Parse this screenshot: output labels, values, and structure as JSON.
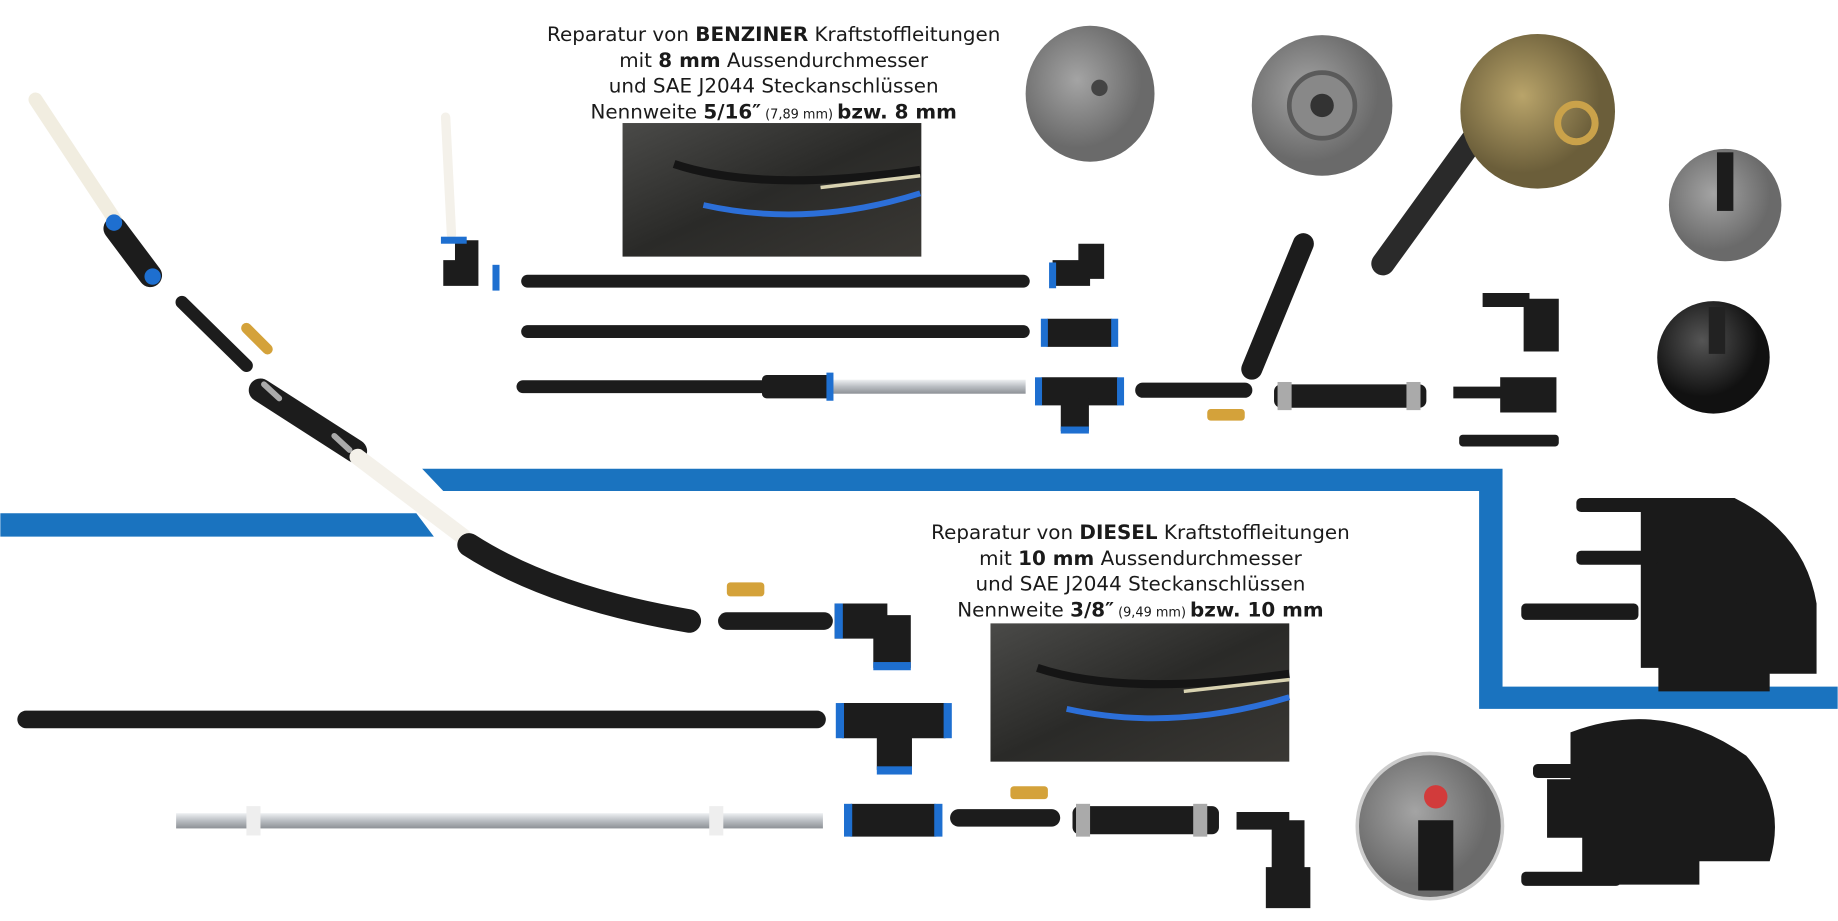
{
  "colors": {
    "band": "#1a73bf",
    "hose": "#1c1c1c",
    "ring": "#1e6fd0",
    "brass": "#d4a23a",
    "alu": "#c8ccd0"
  },
  "benziner": {
    "line1": {
      "a": "Reparatur von ",
      "b": "BENZINER",
      "c": " Kraftstoffleitungen"
    },
    "line2": {
      "a": "mit ",
      "b": "8 mm",
      "c": " Aussendurchmesser"
    },
    "line3": "und SAE J2044 Steckanschlüssen",
    "line4": {
      "a": "Nennweite ",
      "b": "5/16″",
      "small": " (7,89 mm) ",
      "c": "bzw. 8 mm"
    }
  },
  "diesel": {
    "line1": {
      "a": "Reparatur von ",
      "b": "DIESEL",
      "c": " Kraftstoffleitungen"
    },
    "line2": {
      "a": "mit ",
      "b": "10 mm",
      "c": " Aussendurchmesser"
    },
    "line3": "und SAE J2044 Steckanschlüssen",
    "line4": {
      "a": "Nennweite ",
      "b": "3/8″",
      "small": " (9,49 mm) ",
      "c": "bzw. 10 mm"
    }
  }
}
